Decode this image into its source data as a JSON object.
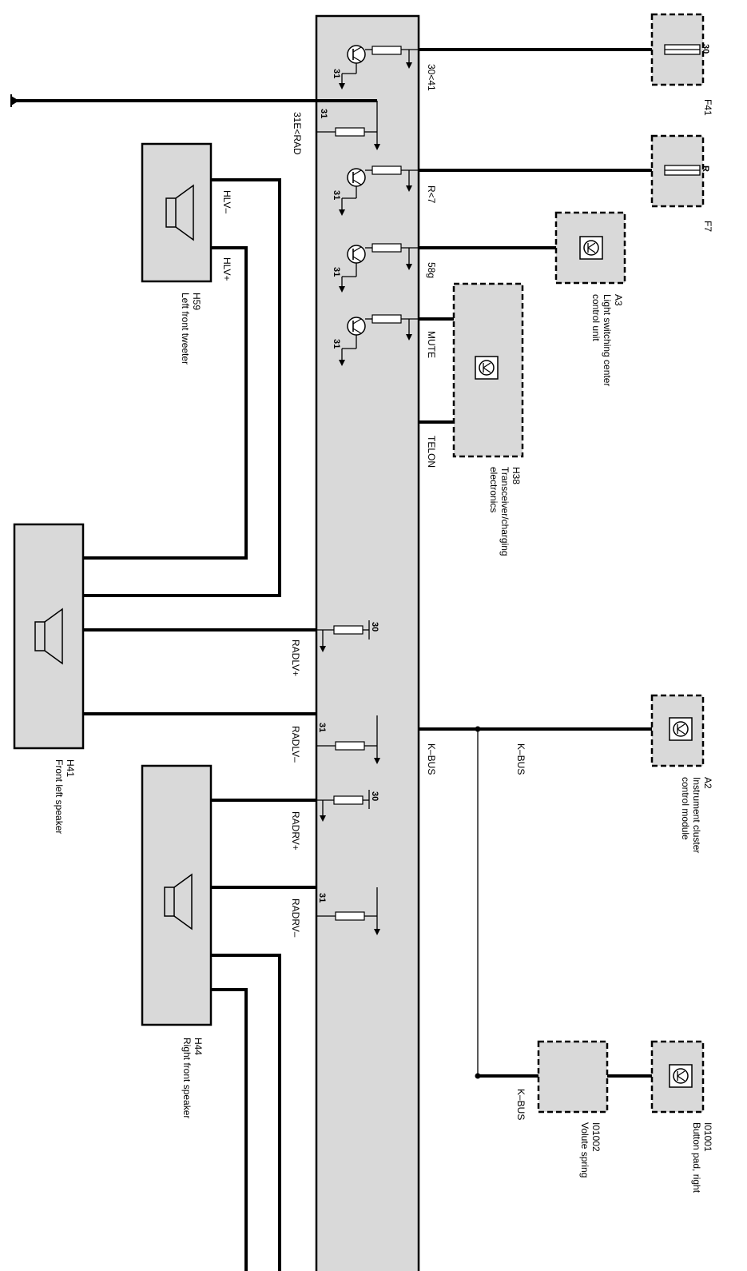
{
  "colors": {
    "module_fill": "#d9d9d9",
    "wire": "#000000"
  },
  "pins": {
    "p30_41": "30<41",
    "p31e_rad": "31E<RAD",
    "r7": "R<7",
    "p58g": "58g",
    "mute": "MUTE",
    "telon": "TELON",
    "radlv_plus": "RADLV+",
    "radlv_minus": "RADLV–",
    "kbus": "K–BUS",
    "radrv_plus": "RADRV+",
    "radrv_minus": "RADRV–",
    "hlv_minus": "HLV–",
    "hlv_plus": "HLV+",
    "gnd31": "31",
    "sup30": "30"
  },
  "components": {
    "f41": {
      "id": "F41",
      "pin": "30"
    },
    "f7": {
      "id": "F7",
      "pin": "R"
    },
    "a3": {
      "id": "A3",
      "line1": "Light switching center",
      "line2": "control unit"
    },
    "h38": {
      "id": "H38",
      "line1": "Transceiver/charging",
      "line2": "electronics"
    },
    "a2": {
      "id": "A2",
      "line1": "Instrument cluster",
      "line2": "control module",
      "bus_label": "K–BUS"
    },
    "i01001": {
      "id": "I01001",
      "line1": "Button pad, right"
    },
    "i01002": {
      "id": "I01002",
      "line1": "Volute spring",
      "bus_label": "K–BUS"
    },
    "h59": {
      "id": "H59",
      "line1": "Left front tweeter"
    },
    "h41": {
      "id": "H41",
      "line1": "Front left speaker"
    },
    "h44": {
      "id": "H44",
      "line1": "Right front speaker"
    }
  }
}
